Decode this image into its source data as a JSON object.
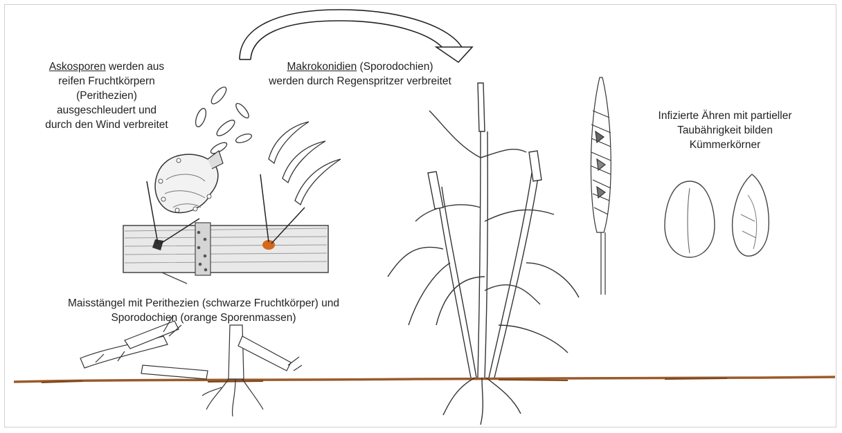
{
  "askosporen": {
    "term": "Askosporen",
    "line1_rest": " werden aus",
    "line2": "reifen  Fruchtkörpern",
    "line3": "(Perithezien)",
    "line4": "ausgeschleudert und",
    "line5": "durch den Wind verbreitet"
  },
  "makrokonidien": {
    "term": "Makrokonidien",
    "line1_rest": " (Sporodochien)",
    "line2": "werden durch Regenspritzer verbreitet"
  },
  "infizierte": {
    "line1": "Infizierte Ähren mit partieller",
    "line2": "Taubährigkeit bilden",
    "line3": "Kümmerkörner"
  },
  "maisstaengel": {
    "line1": "Maisstängel mit Perithezien (schwarze Fruchtkörper) und",
    "line2": "Sporodochien (orange Sporenmassen)"
  },
  "colors": {
    "soil": "#9b5a2a",
    "sporodochium": "#d2691e",
    "ink": "#222222"
  }
}
